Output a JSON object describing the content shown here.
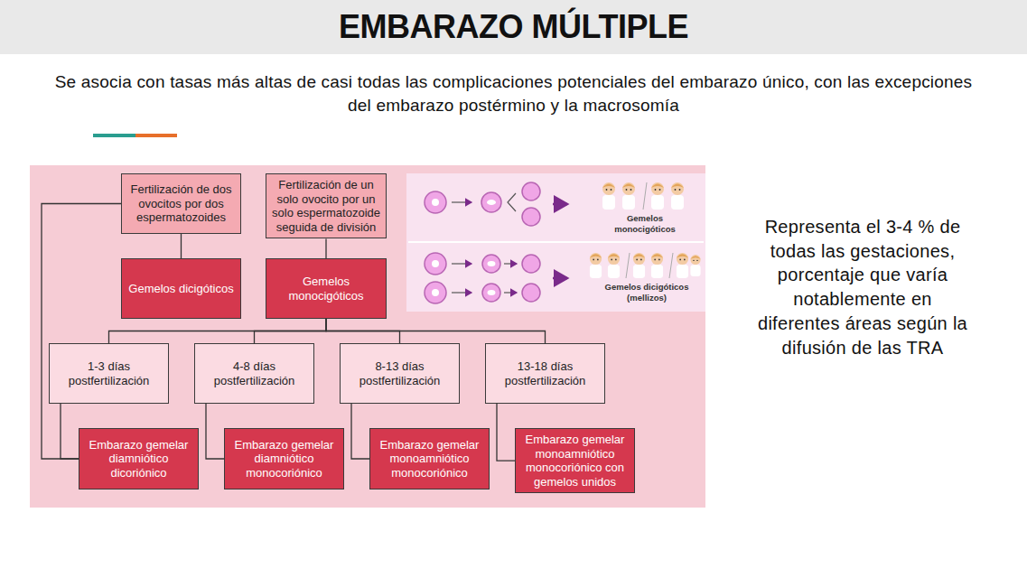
{
  "diagram": {
    "title": "EMBARAZO MÚLTIPLE",
    "nodes": [
      {
        "text": [
          "Fertilización de dos ovocitos por dos espermatozoides"
        ]
      },
      {
        "text": [
          "Fertilización de un solo ovocito por un solo espermatozoide seguida de división"
        ]
      },
      {
        "text": [
          "Gemelos dicigóticos"
        ]
      },
      {
        "text": [
          "Gemelos monocigóticos"
        ]
      },
      {
        "text": [
          "1-3 días postfertilización"
        ]
      },
      {
        "text": [
          "4-8 días postfertilización"
        ]
      },
      {
        "text": [
          "8-13 días postfertilización"
        ]
      },
      {
        "text": [
          "13-18 días postfertilización"
        ]
      },
      {
        "text": [
          "Embarazo gemelar diamniótico dicoriónico"
        ]
      },
      {
        "text": [
          "Embarazo gemelar diamniótico monocoriónico"
        ]
      },
      {
        "text": [
          "Embarazo gemelar monoamniótico monocoriónico"
        ]
      },
      {
        "text": [
          "Embarazo gemelar monoamniótico monocoriónico con gemelos unidos"
        ]
      }
    ],
    "edges": [
      {
        "from": 0,
        "to": 2,
        "arrow": "none"
      },
      {
        "from": 1,
        "to": 3,
        "arrow": "none"
      },
      {
        "from": 3,
        "to": 4,
        "arrow": "none"
      },
      {
        "from": 3,
        "to": 5,
        "arrow": "none"
      },
      {
        "from": 3,
        "to": 6,
        "arrow": "none"
      },
      {
        "from": 3,
        "to": 7,
        "arrow": "none"
      },
      {
        "from": 4,
        "to": 8,
        "arrow": "none"
      },
      {
        "from": 5,
        "to": 9,
        "arrow": "none"
      },
      {
        "from": 6,
        "to": 10,
        "arrow": "none"
      },
      {
        "from": 7,
        "to": 11,
        "arrow": "none"
      },
      {
        "from": 0,
        "to": 8,
        "arrow": "none"
      }
    ],
    "labels": [
      "Se asocia con tasas más altas de casi todas las complicaciones potenciales del embarazo único, con las excepciones del embarazo postérmino y la macrosomía",
      "Gemelos monocigóticos",
      "Gemelos dicigóticos (mellizos)",
      "Representa el 3-4 % de todas las gestaciones, porcentaje que varía notablemente en diferentes áreas según la difusión de las TRA"
    ]
  }
}
